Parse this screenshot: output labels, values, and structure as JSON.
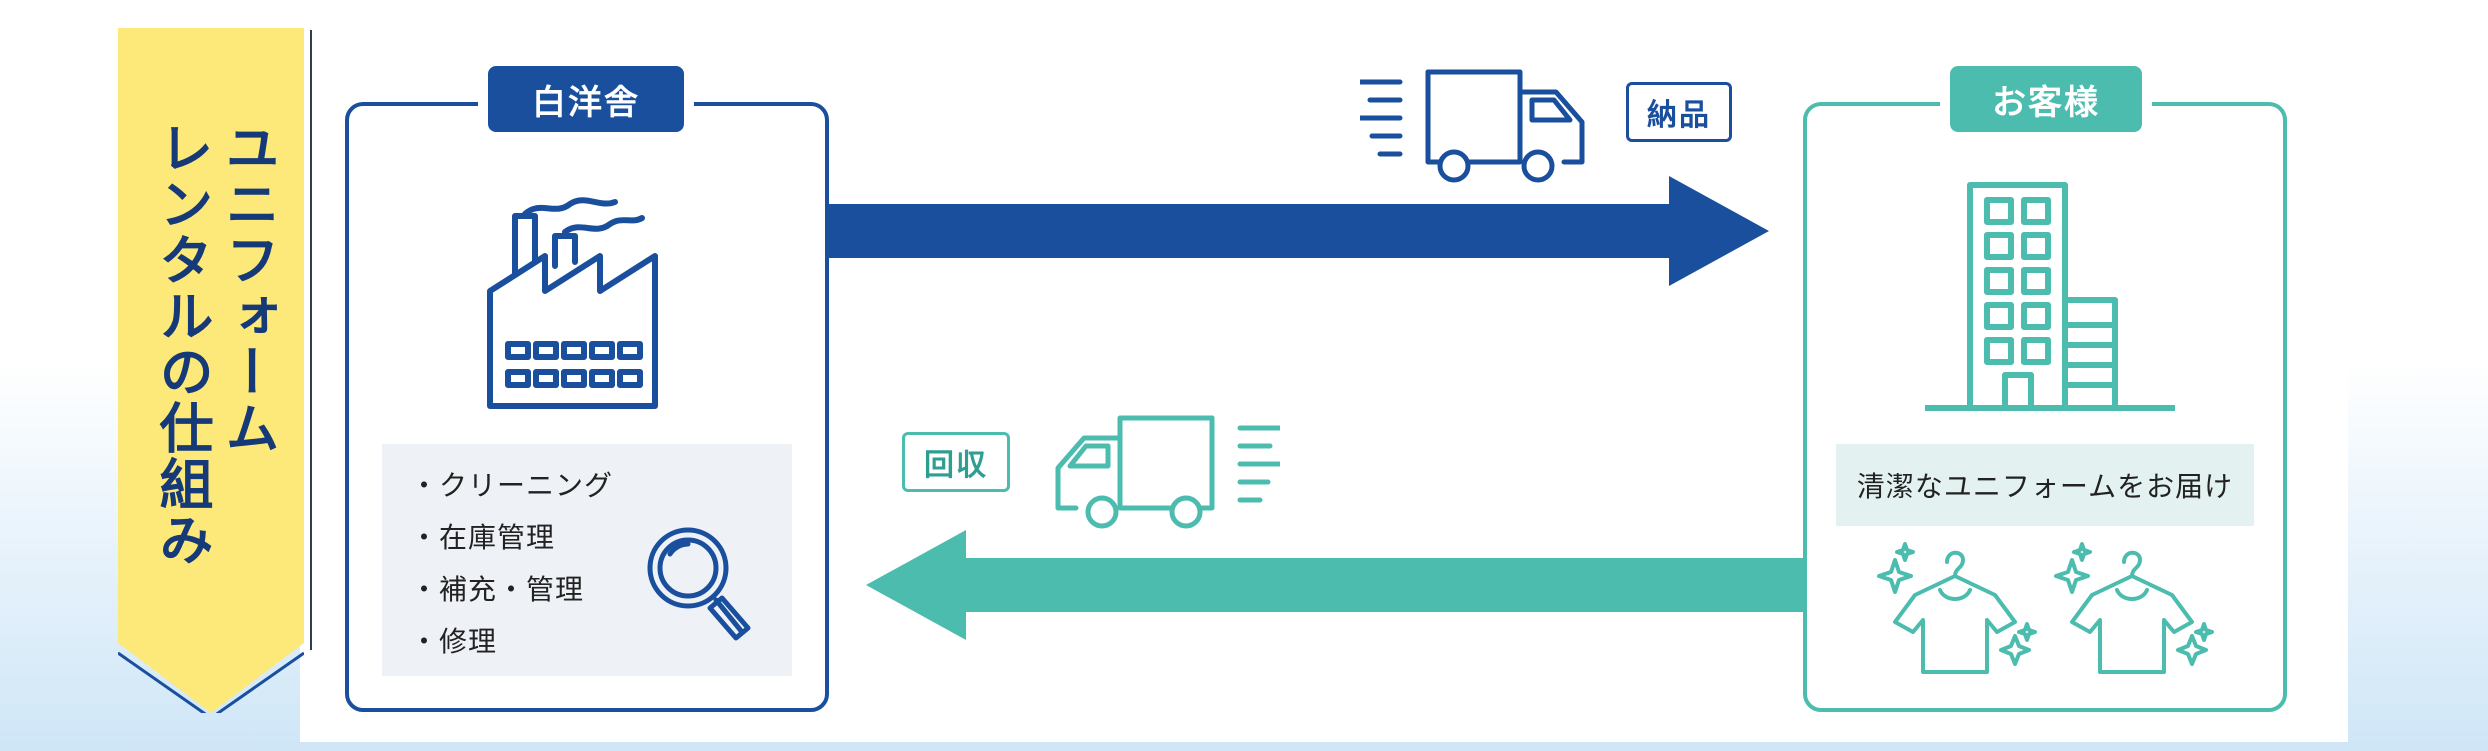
{
  "title": {
    "column_1": "ユニフォーム",
    "column_2": "レンタルの仕組み"
  },
  "provider": {
    "label": "白洋舎",
    "services": [
      "・クリーニング",
      "・在庫管理",
      "・補充・管理",
      "・修理"
    ]
  },
  "customer": {
    "label": "お客様",
    "caption": "清潔なユニフォームをお届け"
  },
  "flows": {
    "delivery_label": "納品",
    "pickup_label": "回収"
  },
  "colors": {
    "navy": "#1a4f9e",
    "teal": "#4bbcad",
    "banner_yellow": "#fde97a"
  },
  "icons": [
    "factory-icon",
    "magnifier-icon",
    "office-building-icon",
    "delivery-truck-icon",
    "pickup-truck-icon",
    "shirt-icon"
  ]
}
